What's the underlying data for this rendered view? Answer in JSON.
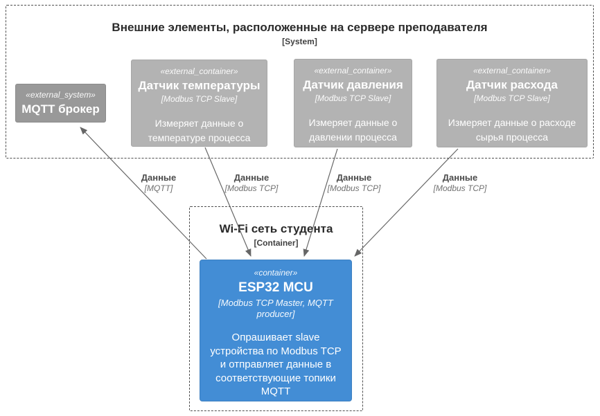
{
  "external_boundary": {
    "title": "Внешние элементы, расположенные на сервере преподавателя",
    "subtitle": "[System]"
  },
  "mqtt_broker": {
    "stereotype": "«external_system»",
    "name": "MQTT брокер"
  },
  "sensors": [
    {
      "stereotype": "«external_container»",
      "name": "Датчик температуры",
      "tech": "[Modbus TCP Slave]",
      "description": "Измеряет данные о температуре процесса"
    },
    {
      "stereotype": "«external_container»",
      "name": "Датчик давления",
      "tech": "[Modbus TCP Slave]",
      "description": "Измеряет данные о давлении процесса"
    },
    {
      "stereotype": "«external_container»",
      "name": "Датчик расхода",
      "tech": "[Modbus TCP Slave]",
      "description": "Измеряет данные о расходе сырья процесса"
    }
  ],
  "wifi_boundary": {
    "title": "Wi-Fi сеть студента",
    "subtitle": "[Container]"
  },
  "esp32": {
    "stereotype": "«container»",
    "name": "ESP32 MCU",
    "tech": "[Modbus TCP Master, MQTT producer]",
    "description": "Опрашивает slave устройства по Modbus TCP и отправляет данные в соответствующие топики MQTT"
  },
  "relationships": [
    {
      "label": "Данные",
      "tech": "[MQTT]"
    },
    {
      "label": "Данные",
      "tech": "[Modbus TCP]"
    },
    {
      "label": "Данные",
      "tech": "[Modbus TCP]"
    },
    {
      "label": "Данные",
      "tech": "[Modbus TCP]"
    }
  ],
  "colors": {
    "container_fill": "#438dd5",
    "container_border": "#3c7fc0",
    "external_container_fill": "#b3b3b3",
    "external_container_border": "#a6a6a6",
    "external_system_fill": "#999999",
    "external_system_border": "#8a8a8a",
    "arrow": "#666666",
    "boundary_border": "#4d4d4d"
  }
}
